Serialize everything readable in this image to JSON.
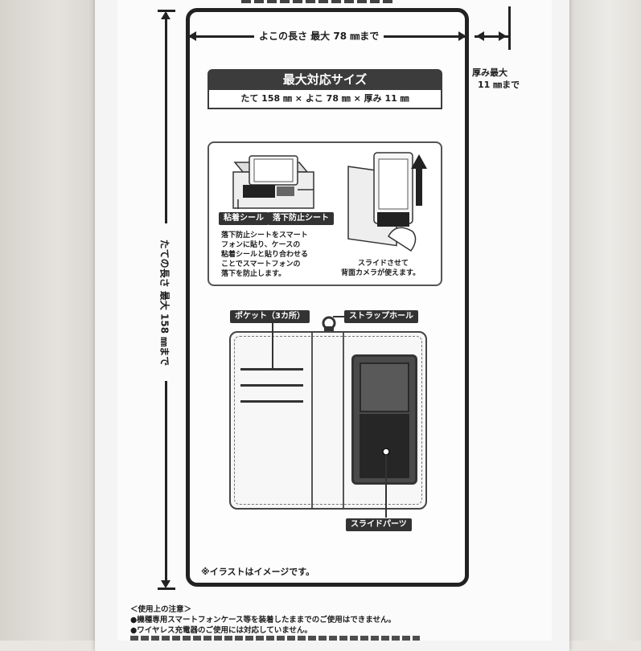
{
  "dims": {
    "width_label": "よこの長さ 最大 78 ㎜まで",
    "height_label": "たての長さ 最大 158 ㎜まで",
    "thickness_line1": "厚み最大",
    "thickness_line2": "11 ㎜まで"
  },
  "max_size": {
    "title": "最大対応サイズ",
    "values": "たて 158 ㎜ × よこ 78 ㎜ × 厚み 11 ㎜"
  },
  "features": {
    "adhesive_label": "粘着シール",
    "anti_drop_label": "落下防止シート",
    "anti_drop_desc": [
      "落下防止シートをスマート",
      "フォンに貼り、ケースの",
      "粘着シールと貼り合わせる",
      "ことでスマートフォンの",
      "落下を防止します。"
    ],
    "slide_desc": [
      "スライドさせて",
      "背面カメラが使えます。"
    ]
  },
  "case": {
    "pocket_label": "ポケット（3カ所）",
    "strap_label": "ストラップホール",
    "slide_parts_label": "スライドパーツ"
  },
  "illustration_note": "※イラストはイメージです。",
  "notes": {
    "heading": "＜使用上の注意＞",
    "items": [
      "●機種専用スマートフォンケース等を装着したままでのご使用はできません。",
      "●ワイヤレス充電器のご使用には対応していません。"
    ]
  },
  "colors": {
    "ink": "#222222",
    "panel_dark": "#3c3c3c",
    "card": "#fbfbfb"
  }
}
